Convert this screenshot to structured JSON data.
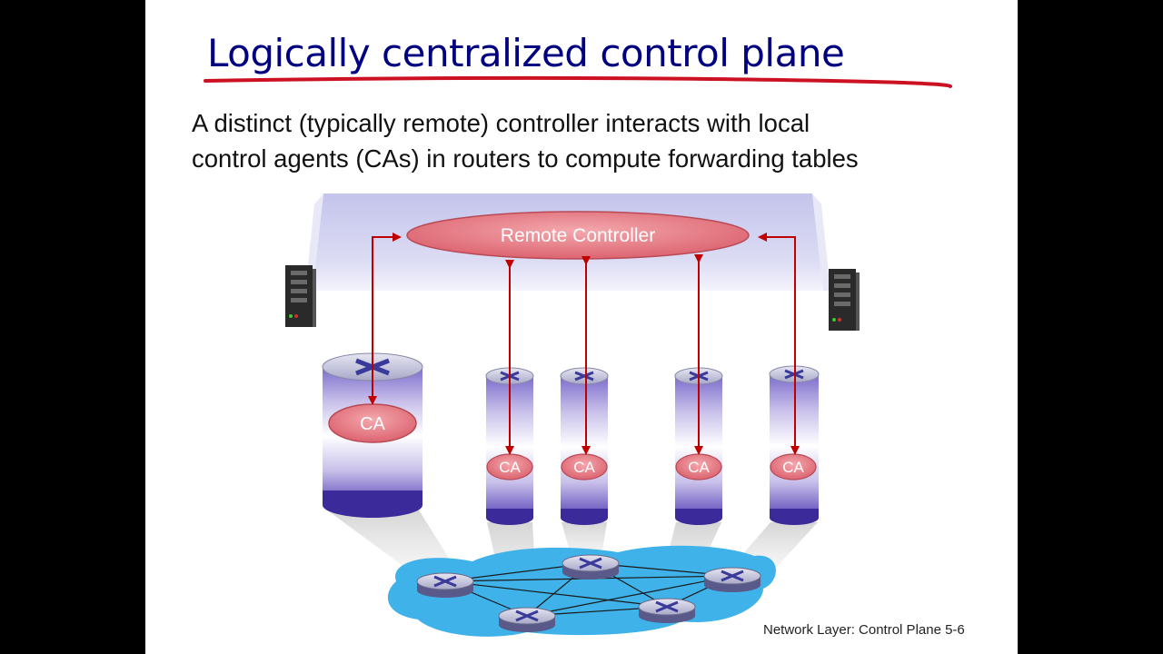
{
  "slide": {
    "title": "Logically centralized control plane",
    "body_lines": [
      "A distinct (typically remote) controller interacts with local",
      "control agents (CAs) in routers to compute forwarding tables"
    ],
    "footer": "Network Layer: Control Plane  5-6"
  },
  "diagram": {
    "controller_label": "Remote Controller",
    "agent_labels": [
      "CA",
      "CA",
      "CA",
      "CA",
      "CA"
    ],
    "colors": {
      "arrow": "#c00000",
      "ellipse_fill": "#e07480",
      "panel_fill": "#d8d8f2",
      "network_fill": "#40b4ec",
      "title_color": "#000080",
      "underline_color": "#cc1122"
    }
  }
}
